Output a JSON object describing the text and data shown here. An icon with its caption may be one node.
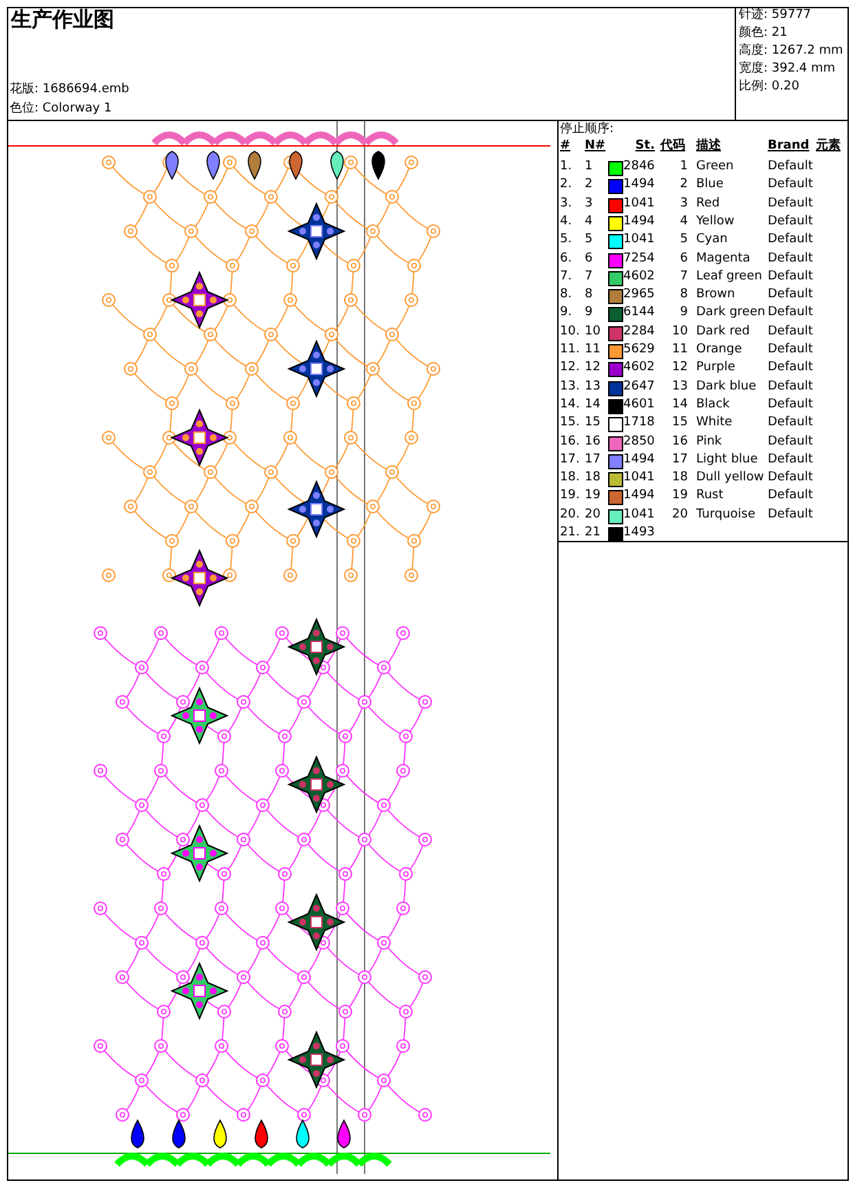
{
  "diagram": {
    "title": "生产作业图",
    "labels": [
      "针迹: 59777",
      "颜色: 21",
      "高度: 1267.2 mm",
      "宽度: 392.4 mm",
      "花版: 1686694.emb",
      "比例: 0.20",
      "色位: Colorway 1",
      "停止顺序:",
      "#",
      "N#",
      "St.",
      "代码",
      "描述",
      "Brand",
      "元素",
      "1.",
      "1",
      "1",
      "Green",
      "Default",
      "2.",
      "2",
      "2",
      "Blue",
      "Default",
      "3.",
      "3",
      "3",
      "Red",
      "Default",
      "4.",
      "4",
      "4",
      "Yellow",
      "Default",
      "5.",
      "5",
      "5",
      "Cyan",
      "Default",
      "6.",
      "6",
      "6",
      "Magenta",
      "Default",
      "7.",
      "7",
      "7",
      "Leaf green",
      "Default",
      "8.",
      "8",
      "8",
      "Brown",
      "Default",
      "9.",
      "9",
      "9",
      "Dark green",
      "Default",
      "10.",
      "10",
      "10",
      "Dark red",
      "Default",
      "11.",
      "11",
      "11",
      "Orange",
      "Default",
      "12.",
      "12",
      "12",
      "Purple",
      "Default",
      "13.",
      "13",
      "13",
      "Dark blue",
      "Default",
      "14.",
      "14",
      "14",
      "Black",
      "Default",
      "15.",
      "15",
      "15",
      "White",
      "Default",
      "16.",
      "16",
      "16",
      "Pink",
      "Default",
      "17.",
      "17",
      "17",
      "Light blue",
      "Default",
      "18.",
      "18",
      "18",
      "Dull yellow",
      "Default",
      "19.",
      "19",
      "19",
      "Rust",
      "Default",
      "20.",
      "20",
      "20",
      "Turquoise",
      "Default",
      "21.",
      "21"
    ],
    "legend": [
      {
        "text": "2846",
        "color": "#00ff00"
      },
      {
        "text": "1494",
        "color": "#0000ff"
      },
      {
        "text": "1041",
        "color": "#ff0000"
      },
      {
        "text": "1494",
        "color": "#ffff00"
      },
      {
        "text": "1041",
        "color": "#00ffff"
      },
      {
        "text": "7254",
        "color": "#ff00ff"
      },
      {
        "text": "4602",
        "color": "#33cc66"
      },
      {
        "text": "2965",
        "color": "#b07d3c"
      },
      {
        "text": "6144",
        "color": "#0b5e2e"
      },
      {
        "text": "2284",
        "color": "#cc3366"
      },
      {
        "text": "5629",
        "color": "#ff9933"
      },
      {
        "text": "4602",
        "color": "#9900cc"
      },
      {
        "text": "2647",
        "color": "#003399"
      },
      {
        "text": "4601",
        "color": "#000000"
      },
      {
        "text": "1718",
        "color": "#ffffff"
      },
      {
        "text": "2850",
        "color": "#ee66bb"
      },
      {
        "text": "1494",
        "color": "#7f7fff"
      },
      {
        "text": "1041",
        "color": "#bbbb33"
      },
      {
        "text": "1494",
        "color": "#cc6633"
      },
      {
        "text": "1041",
        "color": "#66eebb"
      },
      {
        "text": "1493",
        "color": "#000000"
      }
    ]
  }
}
